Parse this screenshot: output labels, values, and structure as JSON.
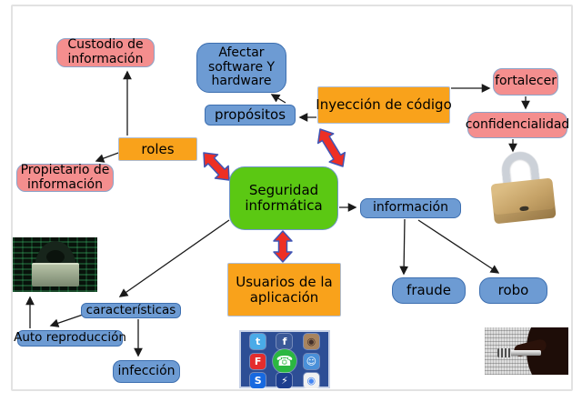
{
  "canvas": {
    "background": "#ffffff",
    "frame_color": "#e2e2e2"
  },
  "colors": {
    "node_pink": "#f48e8e",
    "node_blue": "#6d9bd3",
    "node_orange": "#f9a21b",
    "node_green": "#5bc813",
    "black_arrow": "#1a1a1a",
    "red_arrow_fill": "#ee2f24",
    "red_arrow_outline": "#3f55b5"
  },
  "nodes": {
    "custodio": {
      "label": "Custodio de información"
    },
    "afectar": {
      "label": "Afectar software Y hardware"
    },
    "propositos": {
      "label": "propósitos"
    },
    "inyeccion": {
      "label": "Inyección de código"
    },
    "fortalecer": {
      "label": "fortalecer"
    },
    "confidencialidad": {
      "label": "confidencialidad"
    },
    "roles": {
      "label": "roles"
    },
    "propietario": {
      "label": "Propietario de información"
    },
    "seguridad": {
      "label": "Seguridad informática"
    },
    "informacion": {
      "label": "información"
    },
    "usuarios": {
      "label": "Usuarios de la aplicación"
    },
    "caracteristicas": {
      "label": "características"
    },
    "auto_reproduccion": {
      "label": "Auto reproducción"
    },
    "infeccion": {
      "label": "infección"
    },
    "fraude": {
      "label": "fraude"
    },
    "robo": {
      "label": "robo"
    }
  },
  "edges": [
    {
      "from": "roles",
      "to": "custodio",
      "type": "arrow"
    },
    {
      "from": "roles",
      "to": "propietario",
      "type": "arrow"
    },
    {
      "from": "propositos",
      "to": "afectar",
      "type": "arrow"
    },
    {
      "from": "inyeccion",
      "to": "propositos",
      "type": "arrow"
    },
    {
      "from": "inyeccion",
      "to": "fortalecer",
      "type": "arrow"
    },
    {
      "from": "fortalecer",
      "to": "confidencialidad",
      "type": "arrow"
    },
    {
      "from": "confidencialidad",
      "to": "padlock-photo",
      "type": "arrow"
    },
    {
      "from": "seguridad",
      "to": "informacion",
      "type": "arrow"
    },
    {
      "from": "informacion",
      "to": "fraude",
      "type": "arrow"
    },
    {
      "from": "informacion",
      "to": "robo",
      "type": "arrow"
    },
    {
      "from": "seguridad",
      "to": "caracteristicas",
      "type": "arrow"
    },
    {
      "from": "caracteristicas",
      "to": "auto_reproduccion",
      "type": "arrow"
    },
    {
      "from": "caracteristicas",
      "to": "infeccion",
      "type": "arrow"
    },
    {
      "from": "auto_reproduccion",
      "to": "hacker-photo",
      "type": "arrow"
    },
    {
      "from": "seguridad",
      "to": "roles",
      "type": "red-double-arrow"
    },
    {
      "from": "seguridad",
      "to": "inyeccion",
      "type": "red-double-arrow"
    },
    {
      "from": "seguridad",
      "to": "usuarios",
      "type": "red-double-arrow"
    }
  ],
  "images": {
    "hacker": {
      "name": "hacker-photo"
    },
    "padlock": {
      "name": "padlock-photo"
    },
    "key": {
      "name": "key-in-hand-photo"
    },
    "social": {
      "name": "social-apps-photo",
      "icons": [
        {
          "name": "twitter-icon",
          "glyph": "t",
          "bg": "#4aabe8",
          "fg": "#ffffff"
        },
        {
          "name": "facebook-icon",
          "glyph": "f",
          "bg": "#3b5998",
          "fg": "#ffffff"
        },
        {
          "name": "instagram-icon",
          "glyph": "◉",
          "bg": "#a8845f",
          "fg": "#43302a"
        },
        {
          "name": "flipboard-icon",
          "glyph": "F",
          "bg": "#e42d2d",
          "fg": "#ffffff"
        },
        {
          "name": "whatsapp-icon",
          "glyph": "☎",
          "bg": "#2bb741",
          "fg": "#ffffff"
        },
        {
          "name": "chat-icon",
          "glyph": "☺",
          "bg": "#4a90d9",
          "fg": "#ffffff"
        },
        {
          "name": "shazam-icon",
          "glyph": "S",
          "bg": "#1769e0",
          "fg": "#ffffff"
        },
        {
          "name": "runner-icon",
          "glyph": "⚡",
          "bg": "#1d3e8f",
          "fg": "#ffffff"
        },
        {
          "name": "chrome-icon",
          "glyph": "◉",
          "bg": "#f1f1f1",
          "fg": "#4285f4"
        }
      ]
    }
  }
}
